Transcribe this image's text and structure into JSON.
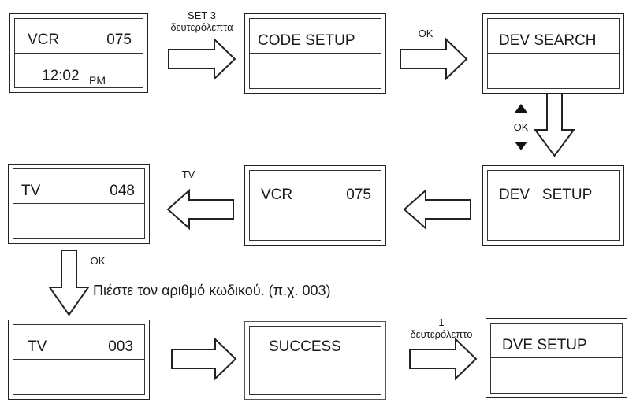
{
  "screens": {
    "s1": {
      "left": "VCR",
      "right": "075",
      "time": "12:02",
      "ampm": "PM"
    },
    "s2": {
      "text": "CODE SETUP"
    },
    "s3": {
      "text": "DEV SEARCH"
    },
    "s4": {
      "text": "DEV   SETUP"
    },
    "s5": {
      "left": "VCR",
      "right": "075"
    },
    "s6": {
      "left": "TV",
      "right": "048"
    },
    "s7": {
      "left": "TV",
      "right": "003"
    },
    "s8": {
      "text": "SUCCESS"
    },
    "s9": {
      "text": "DVE SETUP"
    }
  },
  "labels": {
    "set3_line1": "SET 3",
    "set3_line2": "δευτερόλεπτα",
    "ok_top": "OK",
    "ok_updown": "OK",
    "tv": "TV",
    "ok_left": "OK",
    "one_line1": "1",
    "one_line2": "δευτερόλεπτο"
  },
  "instruction": "Πιέστε τον αριθμό κωδικού. (π.χ. 003)"
}
